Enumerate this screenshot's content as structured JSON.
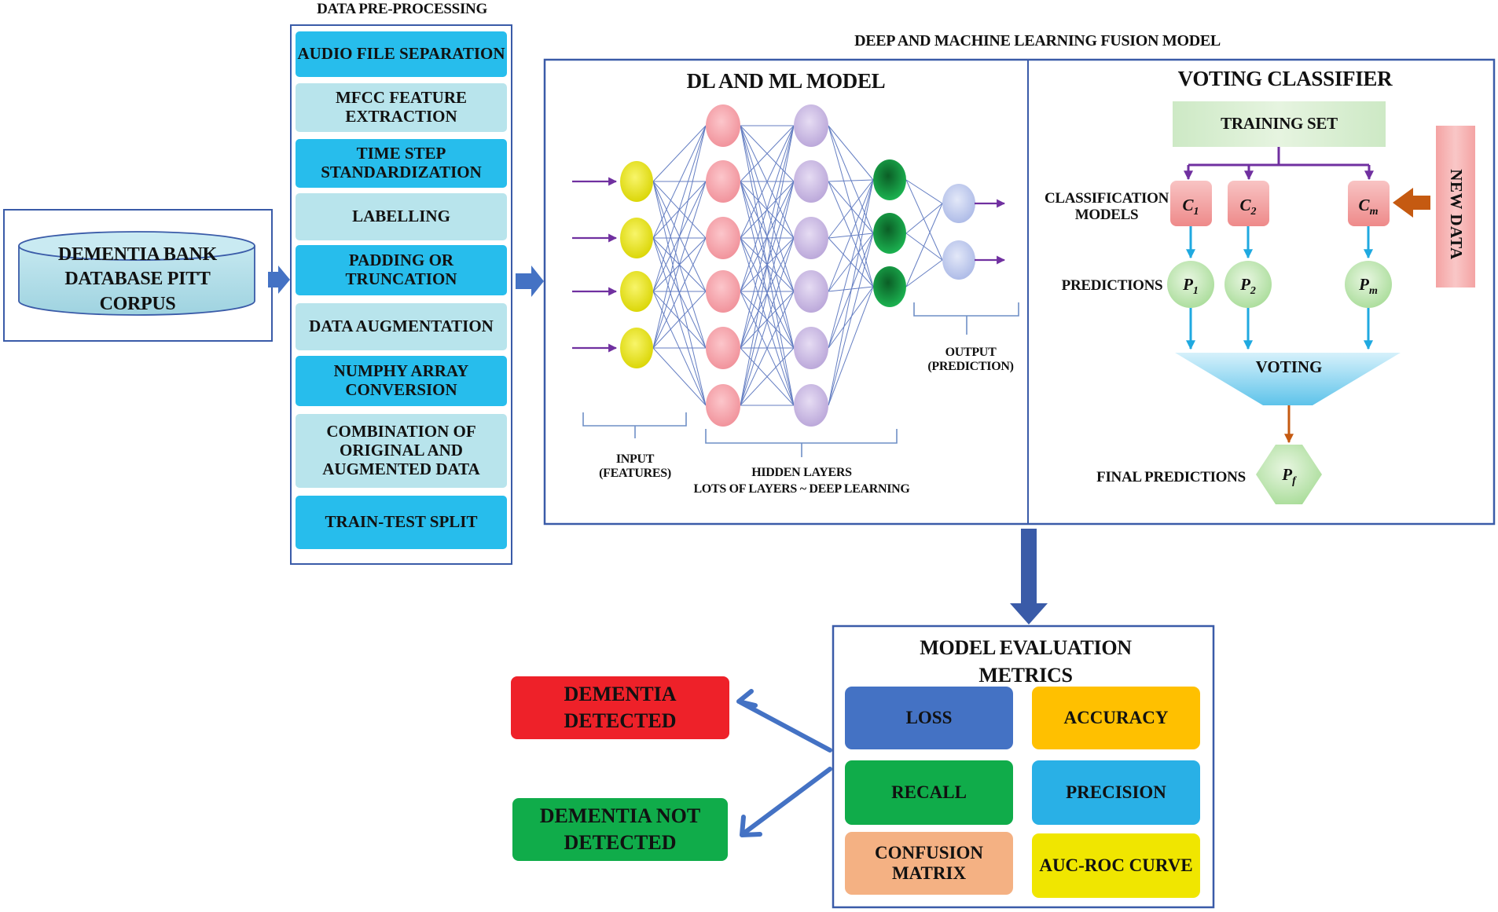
{
  "preprocessing": {
    "title": "DATA PRE-PROCESSING",
    "steps": [
      "AUDIO FILE SEPARATION",
      "MFCC FEATURE EXTRACTION",
      "TIME STEP STANDARDIZATION",
      "LABELLING",
      "PADDING OR TRUNCATION",
      "DATA AUGMENTATION",
      "NUMPHY ARRAY CONVERSION",
      "COMBINATION OF ORIGINAL AND AUGMENTED DATA",
      "TRAIN-TEST SPLIT"
    ]
  },
  "database": {
    "label": "DEMENTIA BANK DATABASE PITT CORPUS"
  },
  "fusion": {
    "title": "DEEP AND MACHINE LEARNING FUSION MODEL",
    "dl_ml": {
      "title": "DL AND ML MODEL",
      "input_label": "INPUT (FEATURES)",
      "hidden_label_1": "HIDDEN LAYERS",
      "hidden_label_2": "LOTS OF LAYERS ~ DEEP LEARNING",
      "output_label": "OUTPUT (PREDICTION)"
    },
    "voting": {
      "title": "VOTING CLASSIFIER",
      "training_set": "TRAINING SET",
      "new_data": "NEW DATA",
      "classification_models": "CLASSIFICATION MODELS",
      "predictions": "PREDICTIONS",
      "voting": "VOTING",
      "final_predictions": "FINAL PREDICTIONS",
      "classifiers": [
        "C1",
        "C2",
        "Cm"
      ],
      "prediction_nodes": [
        "P1",
        "P2",
        "Pm"
      ],
      "final_node": "Pf"
    }
  },
  "evaluation": {
    "title": "MODEL EVALUATION METRICS",
    "metrics": [
      "LOSS",
      "ACCURACY",
      "RECALL",
      "PRECISION",
      "CONFUSION MATRIX",
      "AUC-ROC CURVE"
    ]
  },
  "outcomes": {
    "detected": "DEMENTIA DETECTED",
    "not_detected": "DEMENTIA NOT DETECTED"
  },
  "colors": {
    "step_dark": "#27bdec",
    "step_light": "#b8e4ec",
    "frame_blue": "#3a5ba8",
    "arrow_blue": "#4472c4",
    "input_node": "#e8e40a",
    "hidden_node_1": "#f4a0a8",
    "hidden_node_2": "#c7b6e2",
    "output_green": "#16a34a",
    "output_node": "#c3cdee",
    "loss": "#4472c4",
    "accuracy": "#ffc000",
    "recall": "#10ac4a",
    "precision": "#29b0e6",
    "confusion_matrix": "#f4b183",
    "auc_roc": "#f0e600",
    "detected": "#ee2129",
    "not_detected": "#10ac4a"
  }
}
